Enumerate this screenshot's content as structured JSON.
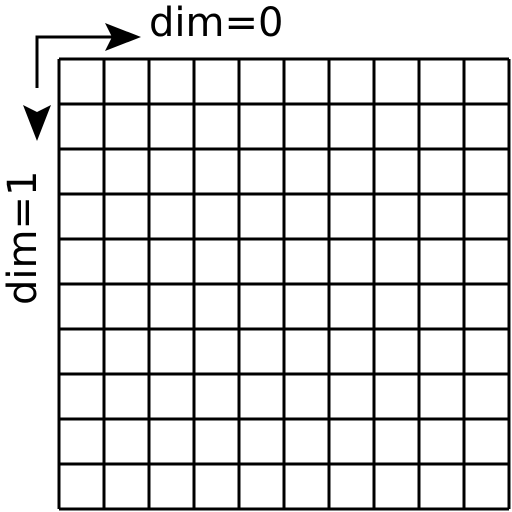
{
  "grid": {
    "rows": 10,
    "columns": 10
  },
  "axes": {
    "horizontal_label": "dim=0",
    "vertical_label": "dim=1"
  }
}
